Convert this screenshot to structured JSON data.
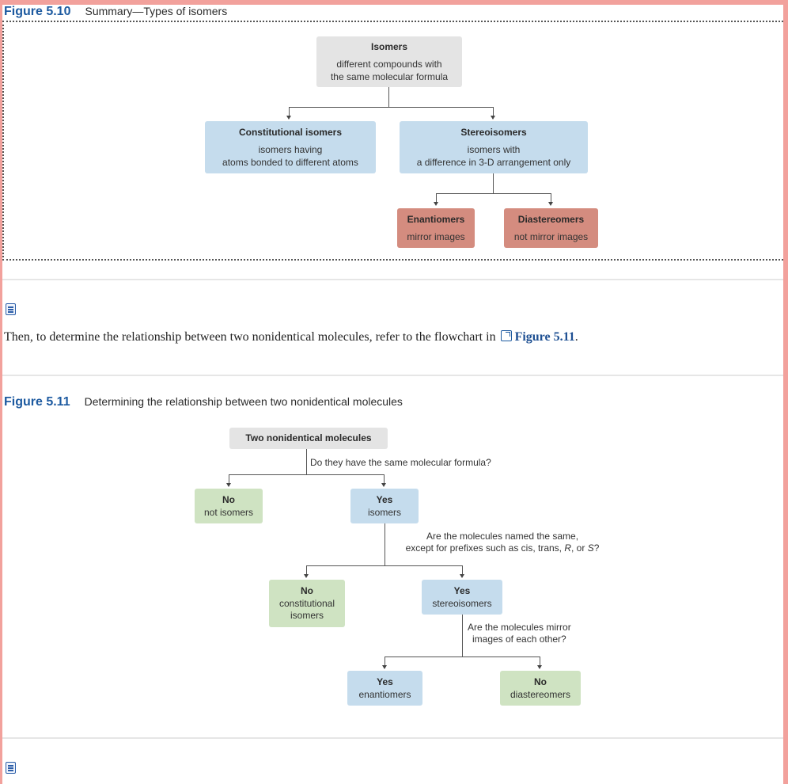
{
  "figure_510": {
    "number": "Figure 5.10",
    "caption": "Summary—Types of isomers",
    "isomers": {
      "title": "Isomers",
      "line1": "different compounds with",
      "line2": "the same molecular formula"
    },
    "constitutional": {
      "title": "Constitutional isomers",
      "line1": "isomers having",
      "line2": "atoms bonded to different atoms"
    },
    "stereo": {
      "title": "Stereoisomers",
      "line1": "isomers with",
      "line2": "a difference in 3-D arrangement only"
    },
    "enantiomers": {
      "title": "Enantiomers",
      "sub": "mirror images"
    },
    "diastereomers": {
      "title": "Diastereomers",
      "sub": "not mirror images"
    }
  },
  "paragraph": {
    "text": "Then, to determine the relationship between two nonidentical molecules, refer to the flowchart in",
    "link": "Figure 5.11",
    "end": "."
  },
  "figure_511": {
    "number": "Figure 5.11",
    "caption": "Determining the relationship between two nonidentical molecules",
    "start": "Two nonidentical molecules",
    "q1": "Do they have the same molecular formula?",
    "no1": {
      "title": "No",
      "sub": "not isomers"
    },
    "yes1": {
      "title": "Yes",
      "sub": "isomers"
    },
    "q2": {
      "line1": "Are the molecules named the same,",
      "line2_pre": "except for prefixes such as cis, trans, ",
      "r": "R",
      "or": ", or ",
      "s": "S",
      "end": "?"
    },
    "no2": {
      "title": "No",
      "line1": "constitutional",
      "line2": "isomers"
    },
    "yes2": {
      "title": "Yes",
      "sub": "stereoisomers"
    },
    "q3": {
      "line1": "Are the molecules mirror",
      "line2": "images of each other?"
    },
    "yes3": {
      "title": "Yes",
      "sub": "enantiomers"
    },
    "no3": {
      "title": "No",
      "sub": "diastereomers"
    }
  },
  "colors": {
    "page_border": "#f2a19c",
    "figure_number": "#1d5aa0",
    "gray_box": "#e4e4e4",
    "blue_box": "#c5dced",
    "salmon_box": "#d48c7f",
    "green_box": "#cfe3c2"
  },
  "icons": [
    "note-icon",
    "external-link-icon"
  ]
}
